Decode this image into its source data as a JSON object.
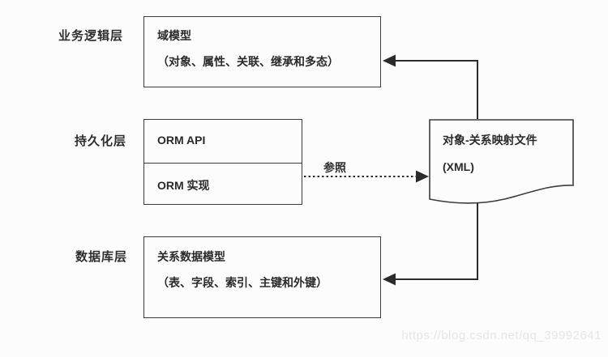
{
  "labels": {
    "business_layer": "业务逻辑层",
    "persistence_layer": "持久化层",
    "database_layer": "数据库层"
  },
  "boxes": {
    "domain_model": {
      "title": "域模型",
      "detail": "（对象、属性、关联、继承和多态）"
    },
    "orm": {
      "row1": "ORM API",
      "row2": "ORM 实现"
    },
    "relational_model": {
      "title": "关系数据模型",
      "detail": "（表、字段、索引、主键和外键）"
    }
  },
  "document_shape": {
    "title": "对象-关系映射文件",
    "subtitle": "(XML)"
  },
  "arrows": {
    "reference_label": "参照"
  },
  "colors": {
    "line": "#3c3c3c",
    "arrow": "#2b2b2b",
    "text": "#2a2a2a",
    "watermark": "#e6e6e6",
    "background": "#fcfcfc"
  },
  "watermark": "https://blog.csdn.net/qq_39992641"
}
